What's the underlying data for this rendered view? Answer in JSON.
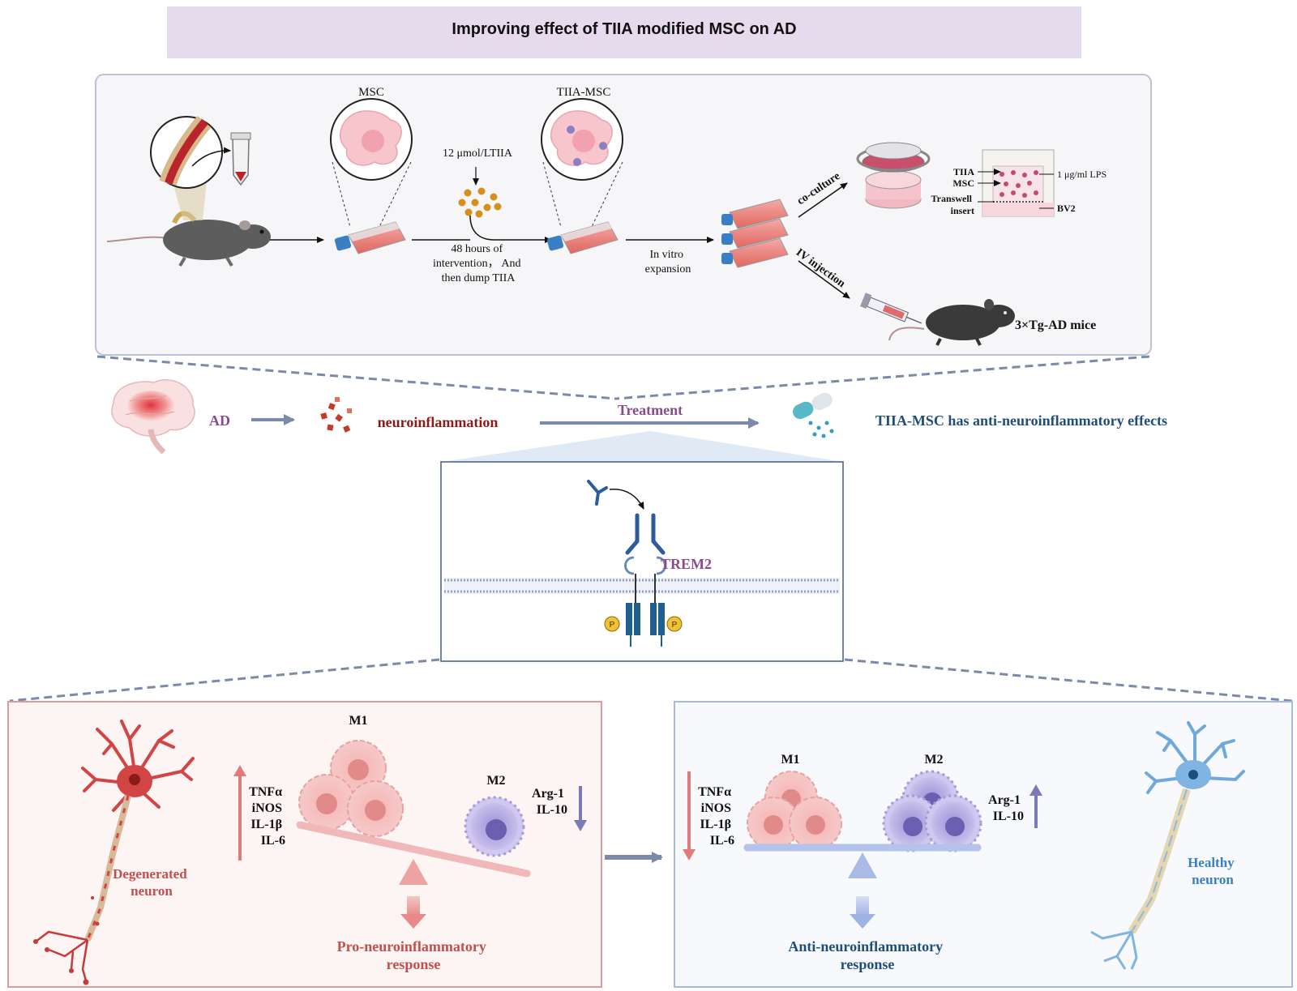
{
  "title": "Improving effect of TIIA modified MSC on AD",
  "prep": {
    "msc_label": "MSC",
    "tiia_msc_label": "TIIA-MSC",
    "dose_label": "12 μmol/LTIIA",
    "intervention_lines": [
      "48 hours of",
      "intervention， And",
      "then dump TIIA"
    ],
    "expansion_lines": [
      "In vitro",
      "expansion"
    ],
    "coculture_label": "co-culture",
    "iv_label": "IV injection",
    "mice_label": "3×Tg-AD mice",
    "transwell": {
      "tiia": "TIIA",
      "msc": "MSC",
      "lps": "1 μg/ml LPS",
      "insert_lines": [
        "Transwell",
        "insert"
      ],
      "bv2": "BV2"
    }
  },
  "middle": {
    "ad_label": "AD",
    "neuroinflammation_label": "neuroinflammation",
    "treatment_label": "Treatment",
    "effect_label": "TIIA-MSC has anti-neuroinflammatory effects",
    "trem2_label": "TREM2",
    "phospho_label": "P"
  },
  "left_panel": {
    "m1_label": "M1",
    "m2_label": "M2",
    "pro_markers": [
      "TNFα",
      "iNOS",
      "IL-1β",
      "IL-6"
    ],
    "anti_markers": [
      "Arg-1",
      "IL-10"
    ],
    "neuron_lines": [
      "Degenerated",
      "neuron"
    ],
    "response_lines": [
      "Pro-neuroinflammatory",
      "response"
    ]
  },
  "right_panel": {
    "m1_label": "M1",
    "m2_label": "M2",
    "pro_markers": [
      "TNFα",
      "iNOS",
      "IL-1β",
      "IL-6"
    ],
    "anti_markers": [
      "Arg-1",
      "IL-10"
    ],
    "neuron_lines": [
      "Healthy",
      "neuron"
    ],
    "response_lines": [
      "Anti-neuroinflammatory",
      "response"
    ]
  },
  "colors": {
    "banner": "#e6dbec",
    "purple_label": "#8b4a8c",
    "dark_red": "#8b1a1a",
    "navy": "#1f4e79",
    "pro_red": "#c0504d",
    "anti_blue": "#3a6ea5",
    "arrow_grey": "#7a8aa8"
  }
}
